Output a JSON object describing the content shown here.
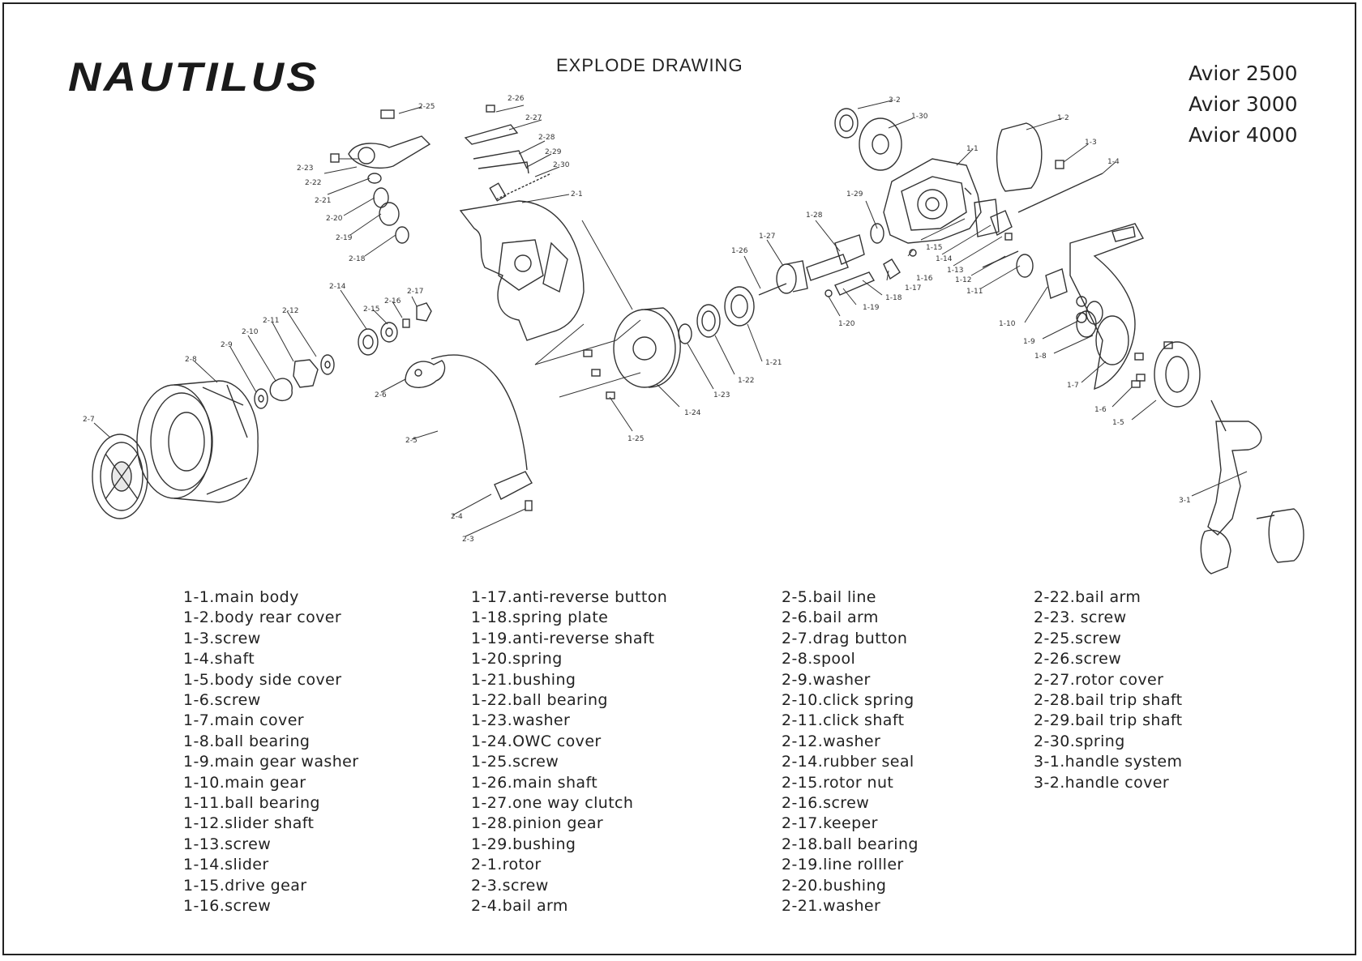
{
  "header": {
    "brand": "NAUTILUS",
    "title": "EXPLODE DRAWING",
    "models": [
      "Avior 2500",
      "Avior 3000",
      "Avior 4000"
    ]
  },
  "diagram_labels": [
    "2-25",
    "2-23",
    "2-22",
    "2-21",
    "2-20",
    "2-19",
    "2-18",
    "2-26",
    "2-27",
    "2-28",
    "2-29",
    "2-30",
    "2-1",
    "3-2",
    "1-30",
    "1-1",
    "1-2",
    "1-3",
    "1-4",
    "1-29",
    "1-28",
    "1-27",
    "1-26",
    "1-15",
    "1-14",
    "1-13",
    "1-12",
    "1-11",
    "1-16",
    "1-17",
    "1-18",
    "1-19",
    "1-20",
    "1-21",
    "1-22",
    "1-23",
    "1-24",
    "1-25",
    "1-10",
    "1-9",
    "1-8",
    "1-7",
    "1-6",
    "1-5",
    "2-14",
    "2-15",
    "2-16",
    "2-17",
    "2-12",
    "2-11",
    "2-10",
    "2-9",
    "2-8",
    "2-7",
    "2-6",
    "2-5",
    "2-4",
    "2-3",
    "3-1"
  ],
  "legend": {
    "col0": [
      "1-1.main body",
      "1-2.body rear cover",
      "1-3.screw",
      "1-4.shaft",
      "1-5.body side cover",
      "1-6.screw",
      "1-7.main cover",
      "1-8.ball bearing",
      "1-9.main gear washer",
      "1-10.main gear",
      "1-11.ball bearing",
      "1-12.slider shaft",
      "1-13.screw",
      "1-14.slider",
      "1-15.drive gear",
      "1-16.screw"
    ],
    "col1": [
      "1-17.anti-reverse button",
      "1-18.spring plate",
      "1-19.anti-reverse shaft",
      "1-20.spring",
      "1-21.bushing",
      "1-22.ball bearing",
      "1-23.washer",
      "1-24.OWC cover",
      "1-25.screw",
      "1-26.main shaft",
      "1-27.one way clutch",
      "1-28.pinion gear",
      "1-29.bushing",
      "2-1.rotor",
      "2-3.screw",
      "2-4.bail arm"
    ],
    "col2": [
      "2-5.bail line",
      "2-6.bail arm",
      "2-7.drag button",
      "2-8.spool",
      "2-9.washer",
      "2-10.click spring",
      "2-11.click shaft",
      "2-12.washer",
      "2-14.rubber seal",
      "2-15.rotor nut",
      "2-16.screw",
      "2-17.keeper",
      "2-18.ball bearing",
      "2-19.line rolller",
      "2-20.bushing",
      "2-21.washer"
    ],
    "col3": [
      "2-22.bail arm",
      "2-23. screw",
      "2-25.screw",
      "2-26.screw",
      "2-27.rotor cover",
      "2-28.bail trip shaft",
      "2-29.bail trip shaft",
      "2-30.spring",
      "3-1.handle system",
      "3-2.handle cover"
    ]
  },
  "colors": {
    "line": "#333333",
    "accent_green": "#3cb043",
    "accent_orange": "#e8962a"
  }
}
